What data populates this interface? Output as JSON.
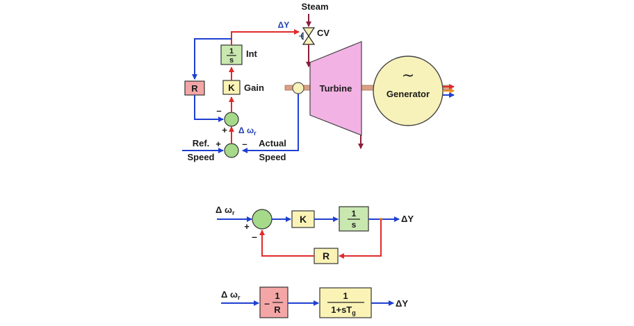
{
  "colors": {
    "blue_wire": "#1f3fd0",
    "red_wire": "#e02a2a",
    "maroon_wire": "#8a1d3a",
    "green_block": "#c9e8b0",
    "yellow_block": "#fbf3b6",
    "pink_block": "#f4a6a6",
    "turbine": "#f2b2e4",
    "generator": "#f7f2ba",
    "shaft": "#d9a184"
  },
  "top_diagram": {
    "steam_label": "Steam",
    "cv_label": "CV",
    "delta_y_label": "ΔY",
    "int_block": {
      "numerator": "1",
      "denominator": "s"
    },
    "int_label": "Int",
    "gain_block": "K",
    "gain_label": "Gain",
    "r_block": "R",
    "turbine_label": "Turbine",
    "generator_label": "Generator",
    "generator_symbol": "~",
    "delta_omega_label": "Δ ω",
    "delta_omega_sub": "r",
    "ref_label": "Ref.",
    "speed_label_left": "Speed",
    "actual_label": "Actual",
    "speed_label_right": "Speed",
    "sum_upper_minus": "–",
    "sum_upper_plus": "+",
    "sum_lower_plus": "+",
    "sum_lower_minus": "–"
  },
  "middle_diagram": {
    "input_label": "Δ ω",
    "input_sub": "r",
    "plus": "+",
    "minus": "–",
    "gain_block": "K",
    "int_block": {
      "numerator": "1",
      "denominator": "s"
    },
    "r_block": "R",
    "output_label": "ΔY"
  },
  "bottom_diagram": {
    "input_label": "Δ ω",
    "input_sub": "r",
    "block1": {
      "sign": "–",
      "numerator": "1",
      "denominator": "R"
    },
    "block2": {
      "numerator": "1",
      "denominator": "1+sT",
      "denominator_sub": "g"
    },
    "output_label": "ΔY"
  }
}
